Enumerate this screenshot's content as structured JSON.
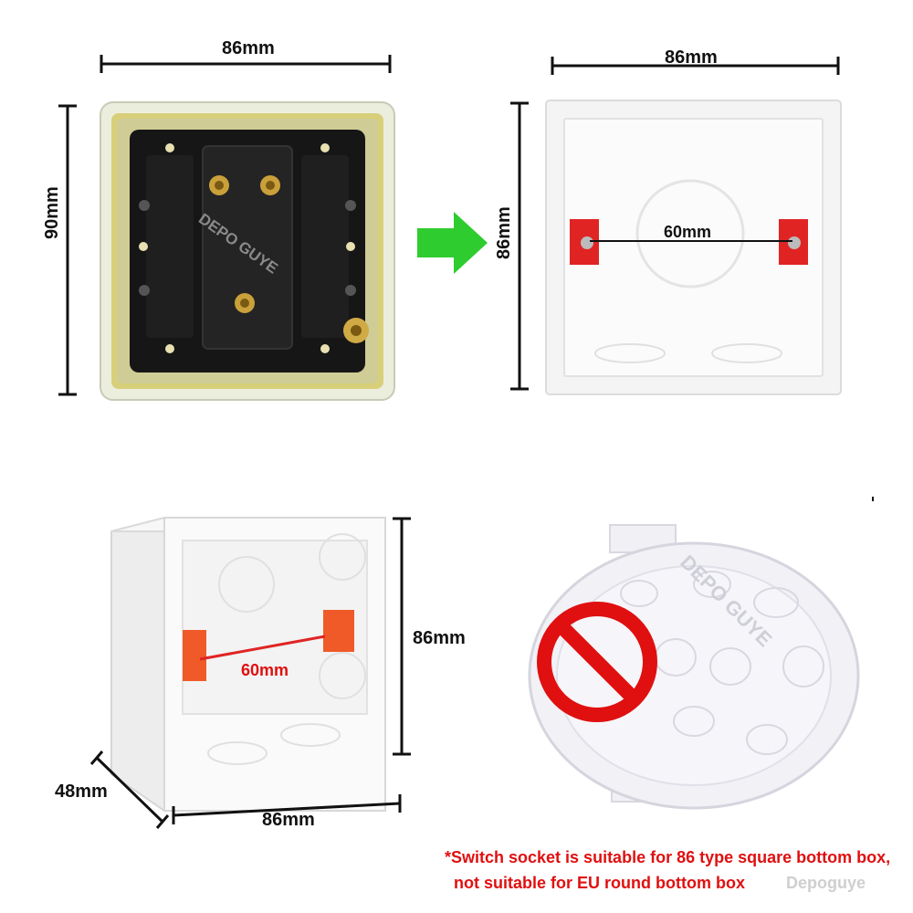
{
  "panel_top_left": {
    "width_label": "86mm",
    "height_label": "90mm"
  },
  "panel_top_right": {
    "width_label": "86mm",
    "height_label": "86mm",
    "mount_label": "60mm"
  },
  "panel_bottom_left": {
    "height_label": "86mm",
    "width_label": "86mm",
    "depth_label": "48mm",
    "mount_label": "60mm"
  },
  "panel_bottom_right": {
    "watermark": "DEPO GUYE"
  },
  "switch_watermark": "DEPO GUYE",
  "note": {
    "line1": "*Switch socket is suitable for 86 type square bottom box,",
    "line2": "not suitable for EU round bottom box"
  },
  "brand_watermark": "Depoguye",
  "colors": {
    "accent_red": "#e01010",
    "arrow_green": "#2ecc2e",
    "clip_red": "#e02424"
  }
}
